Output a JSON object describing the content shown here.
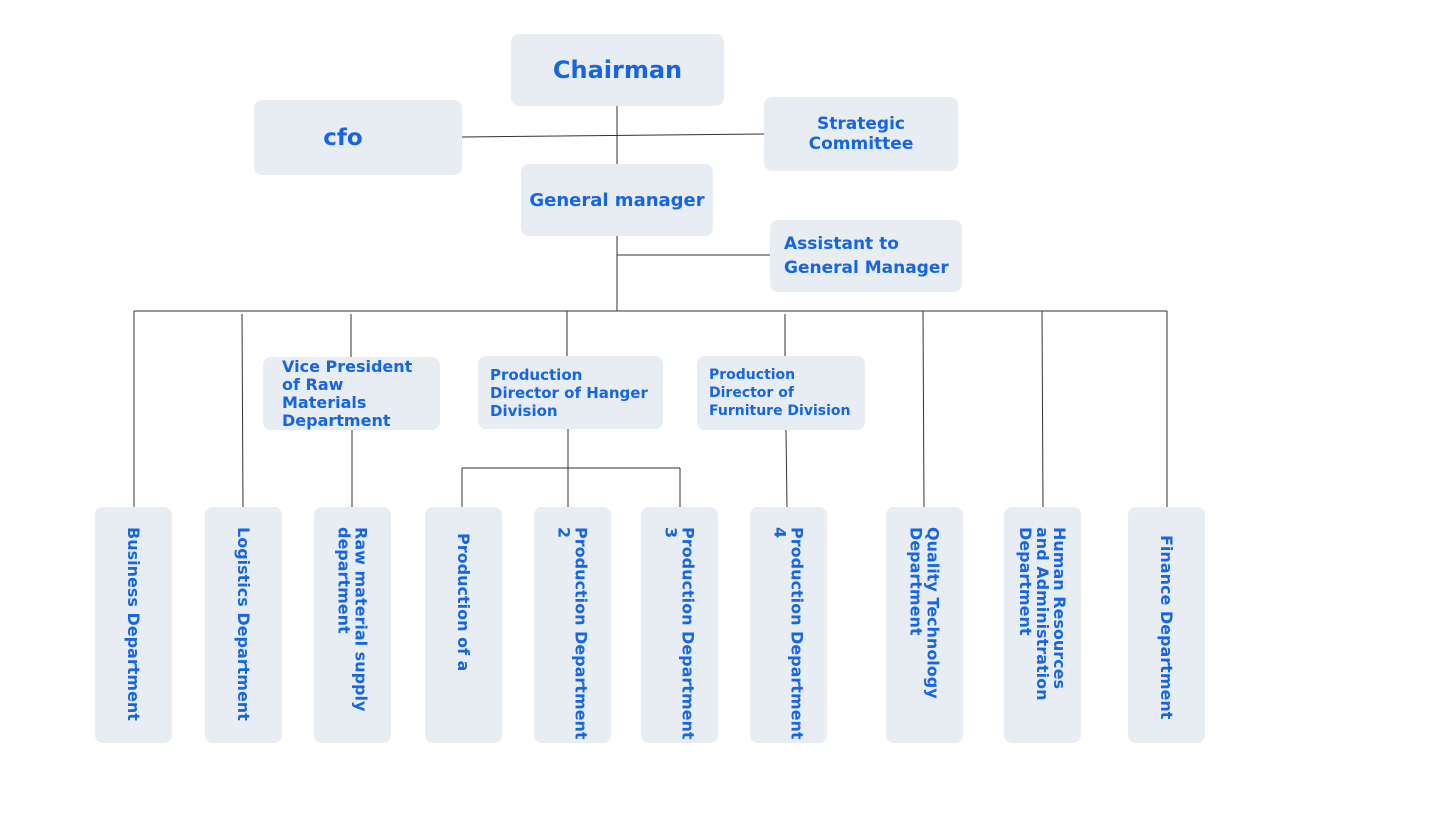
{
  "nodes": {
    "chairman": "Chairman",
    "cfo": "cfo",
    "strategic_committee": "Strategic Committee",
    "general_manager": "General manager",
    "assistant_gm": "Assistant to General Manager",
    "vp_raw_materials": "Vice President of Raw Materials Department",
    "prod_dir_hanger": "Production Director of Hanger Division",
    "prod_dir_furniture": "Production Director of Furniture Division",
    "business_dept": "Business Department",
    "logistics_dept": "Logistics Department",
    "raw_material_supply_dept": "Raw material supply department",
    "production_of_a": "Production of a",
    "production_dept_2": "Production Department 2",
    "production_dept_3": "Production Department 3",
    "production_dept_4": "Production Department 4",
    "quality_tech_dept": "Quality Technology Department",
    "hr_admin_dept": "Human Resources and Administration Department",
    "finance_dept": "Finance Department"
  },
  "colors": {
    "box_fill": "#e8edf4",
    "text": "#1565e6",
    "connector": "#333333"
  }
}
